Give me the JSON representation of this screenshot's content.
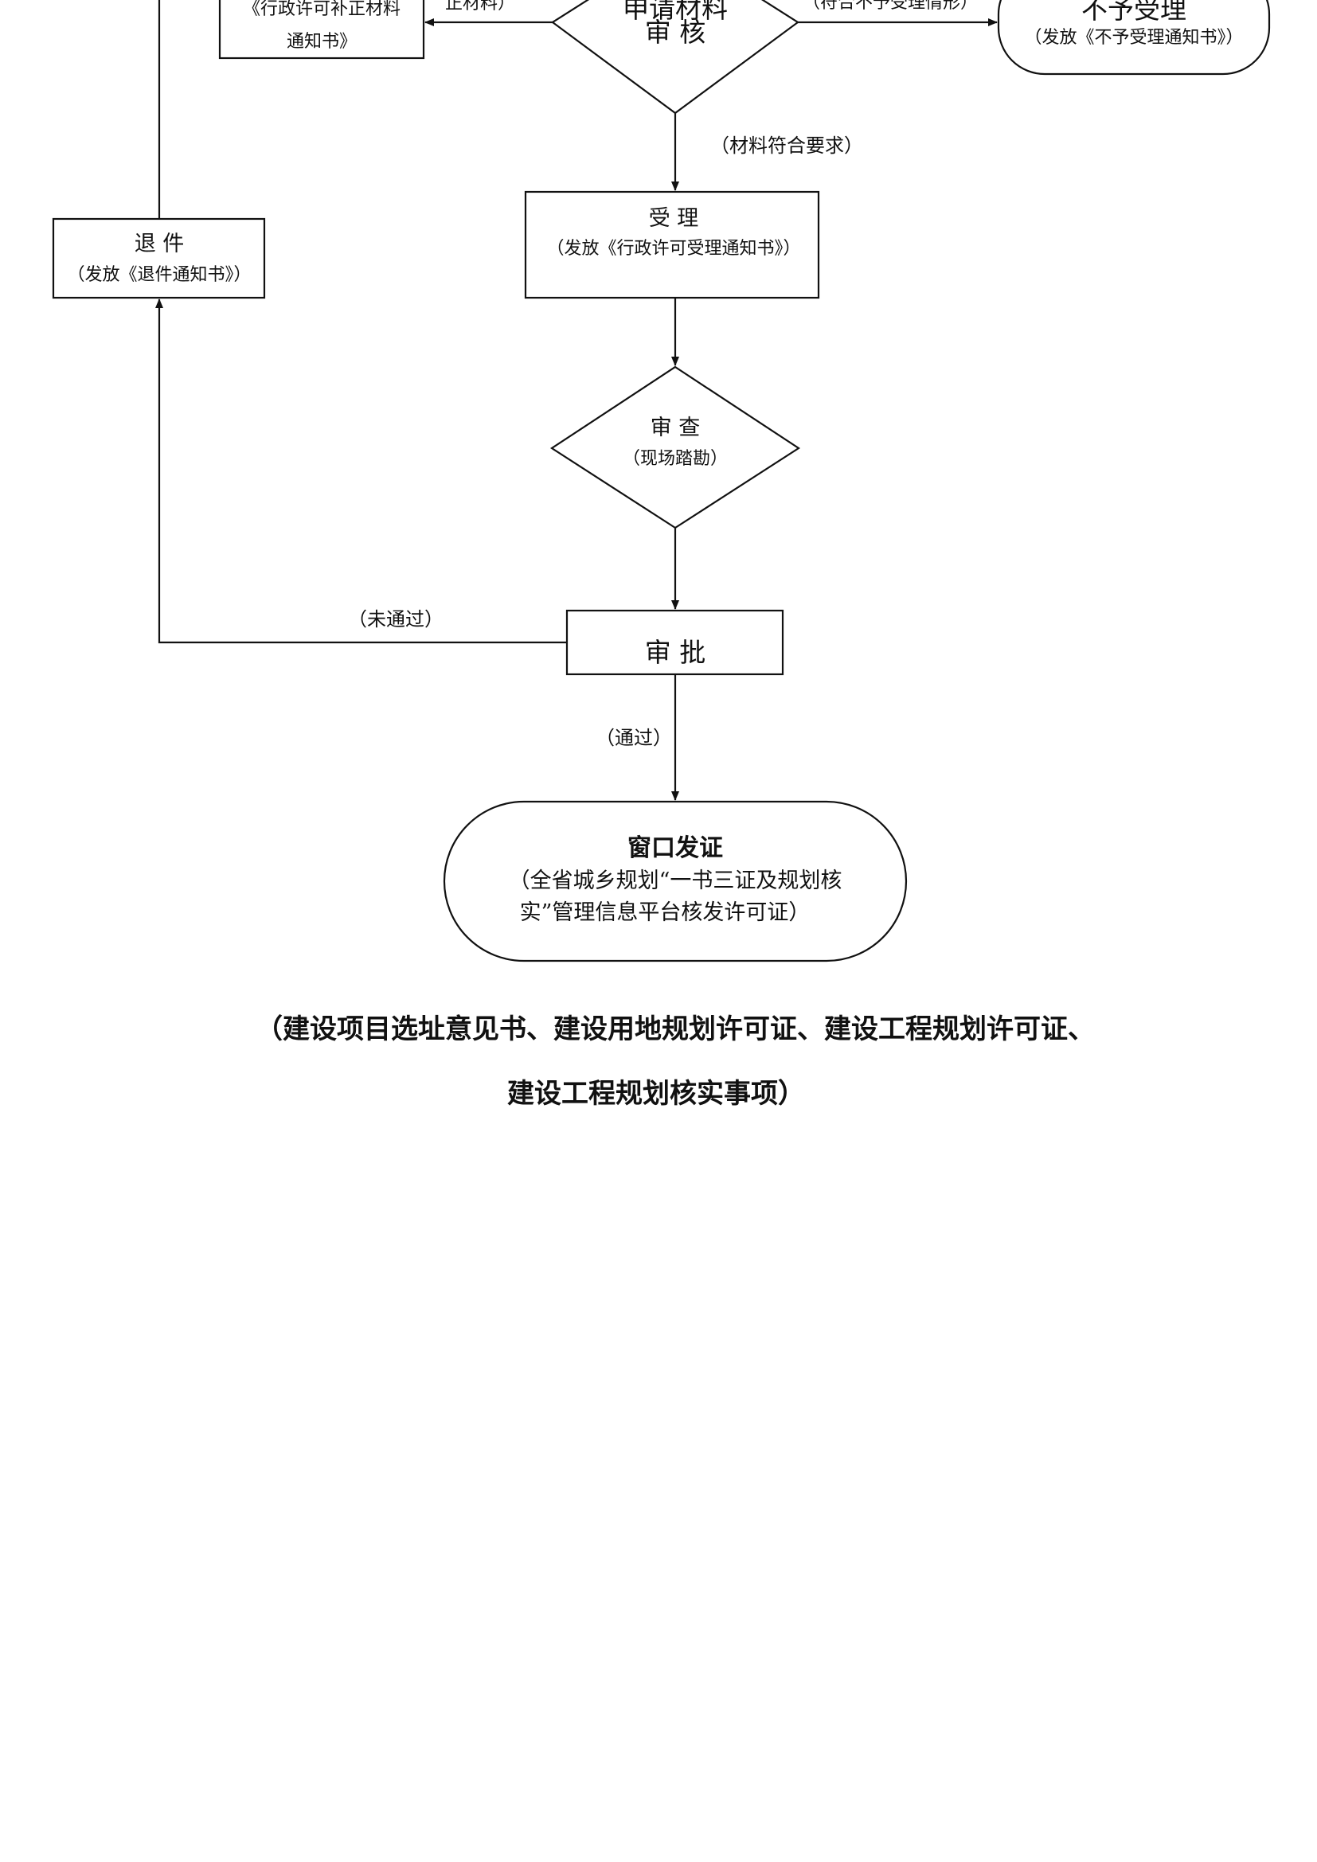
{
  "nodes": {
    "supplement": {
      "title_line1": "《行政许可补正材料",
      "title_line2": "通知书》"
    },
    "review_materials": {
      "line1": "申请材料",
      "line2": "审    核"
    },
    "reject": {
      "title": "不予受理",
      "note": "（发放《不予受理通知书》）"
    },
    "accept": {
      "title": "受        理",
      "note": "（发放《行政许可受理通知书》）"
    },
    "return": {
      "title": "退    件",
      "note": "（发放《退件通知书》）"
    },
    "inspect": {
      "title": "审    查",
      "note": "（现场踏勘）"
    },
    "approve": {
      "title": "审        批"
    },
    "issue": {
      "title": "窗口发证",
      "line1": "（全省城乡规划“一书三证及规划核",
      "line2": "实”管理信息平台核发许可证）"
    }
  },
  "edges": {
    "supplement_label": "正材料）",
    "reject_label": "（符合不予受理情形）",
    "accept_label": "（材料符合要求）",
    "fail_label": "（未通过）",
    "pass_label": "（通过）"
  },
  "caption": {
    "line1": "（建设项目选址意见书、建设用地规划许可证、建设工程规划许可证、",
    "line2": "建设工程规划核实事项）"
  }
}
